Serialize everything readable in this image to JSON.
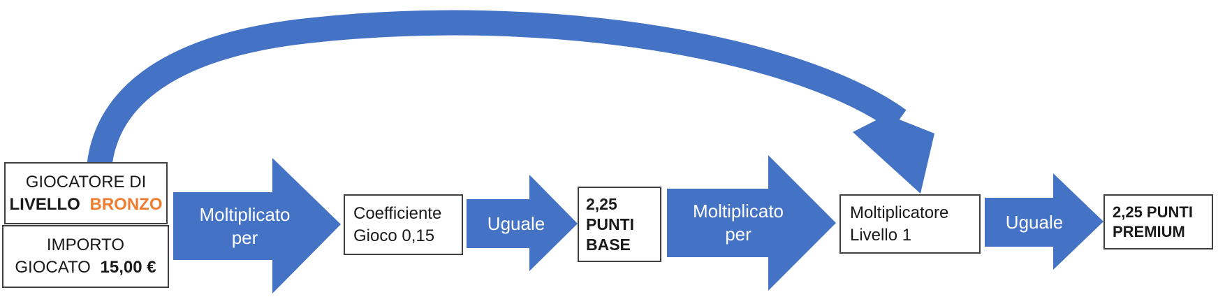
{
  "colors": {
    "blue": "#4472C4",
    "orange": "#ED7D31",
    "border": "#404040",
    "ink": "#1a1a1a",
    "arrow_text": "#ffffff",
    "bg": "#ffffff"
  },
  "diagram": {
    "player_box": {
      "line1": "GIOCATORE DI",
      "line2_level": "LIVELLO",
      "line2_tier": "BRONZO"
    },
    "amount_box": {
      "line1": "IMPORTO",
      "line2_label": "GIOCATO",
      "line2_value": "15,00 €"
    },
    "multiply_arrow_1": {
      "line1": "Moltiplicato",
      "line2": "per"
    },
    "coefficient_box": {
      "line1": "Coefficiente",
      "line2": "Gioco 0,15"
    },
    "equals_arrow_1": {
      "label": "Uguale"
    },
    "base_points_box": {
      "line1": "2,25",
      "line2": "PUNTI",
      "line3": "BASE"
    },
    "multiply_arrow_2": {
      "line1": "Moltiplicato",
      "line2": "per"
    },
    "level_multiplier_box": {
      "line1": "Moltiplicatore",
      "line2": "Livello 1"
    },
    "equals_arrow_2": {
      "label": "Uguale"
    },
    "premium_points_box": {
      "line1": "2,25 PUNTI",
      "line2": "PREMIUM"
    }
  }
}
